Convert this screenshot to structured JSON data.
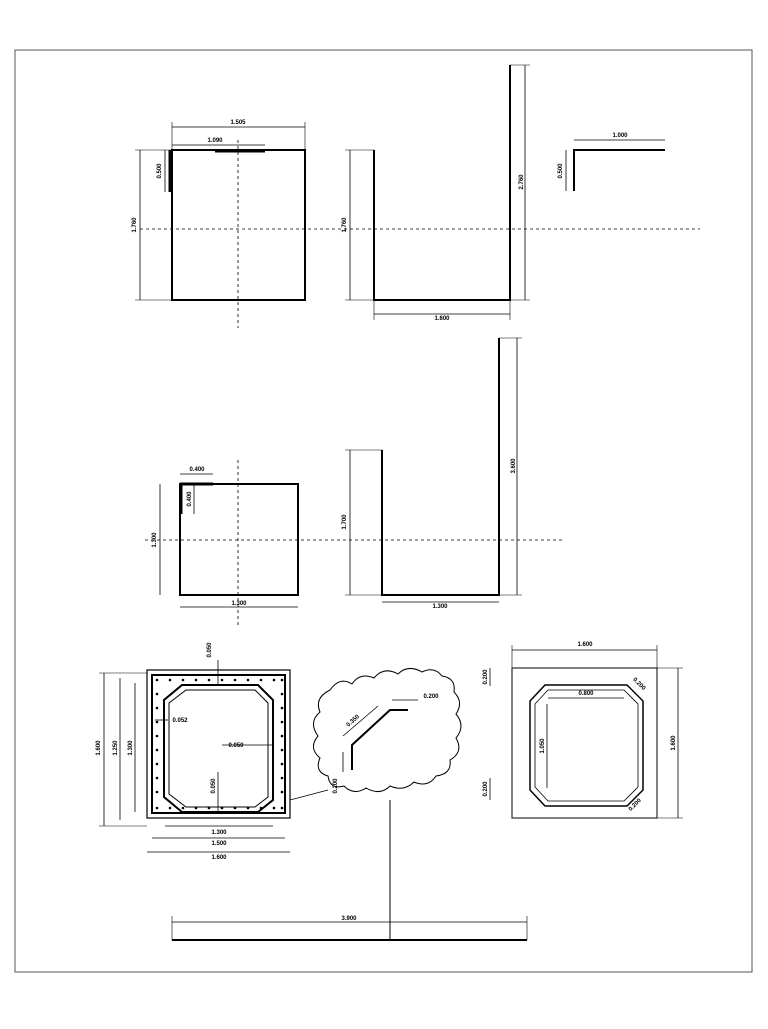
{
  "theme": {
    "ink": "#000000",
    "paper": "#ffffff",
    "frame": "#555555"
  },
  "dims": {
    "d1": "1.505",
    "d2": "1.090",
    "d3": "0.500",
    "d4": "1.760",
    "d5": "1.760",
    "d6": "1.600",
    "d7": "2.760",
    "d8": "1.000",
    "d9": "0.500",
    "d10": "0.400",
    "d11": "0.400",
    "d12": "1.300",
    "d13": "1.300",
    "d14": "1.700",
    "d15": "1.300",
    "d16": "3.600",
    "d17": "0.050",
    "d18": "0.052",
    "d19": "0.050",
    "d20": "0.050",
    "d21": "1.300",
    "d22": "1.500",
    "d23": "1.600",
    "d24": "1.600",
    "d25": "1.250",
    "d26": "1.300",
    "d27": "0.200",
    "d28": "0.350",
    "d29": "0.200",
    "d30": "1.600",
    "d31": "0.200",
    "d32": "0.800",
    "d33": "0.200",
    "d34": "1.050",
    "d35": "1.600",
    "d36": "0.200",
    "d37": "0.200",
    "d38": "3.900"
  }
}
